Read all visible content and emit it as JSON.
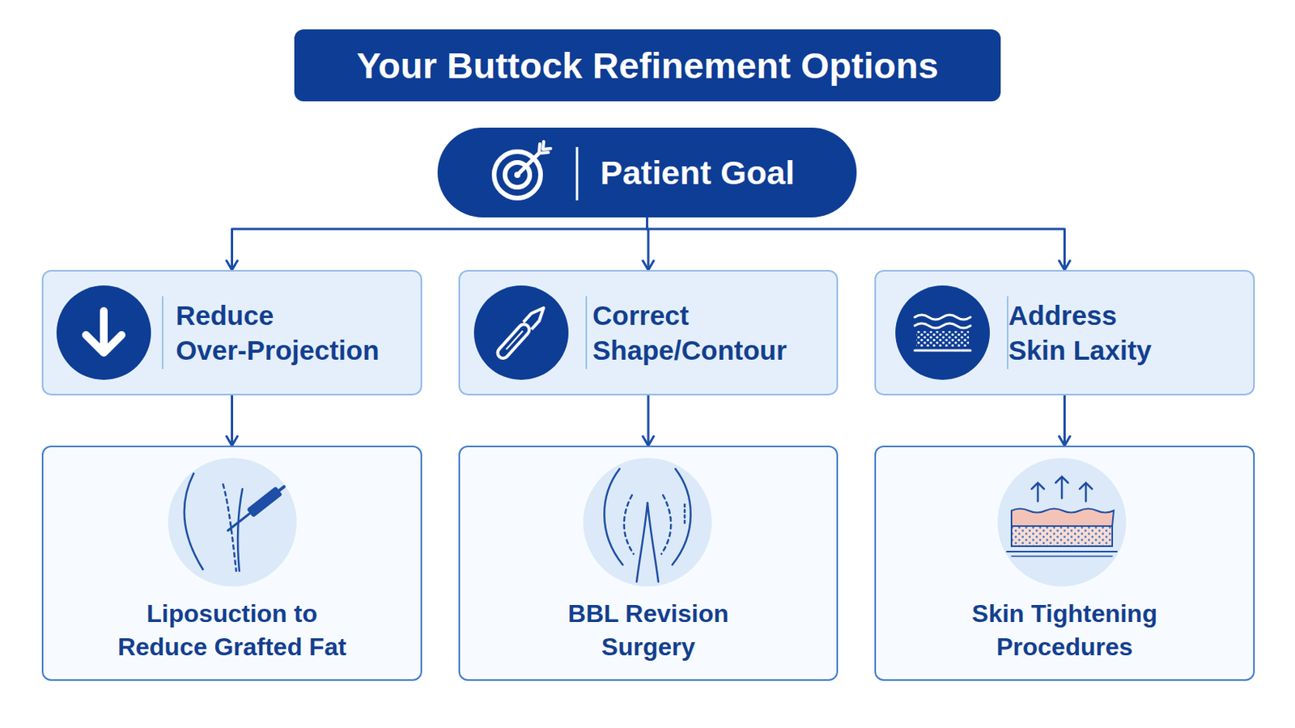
{
  "diagram": {
    "title": "Your Buttock Refinement Options",
    "nodes": [
      {
        "text": [
          "Patient Goal"
        ]
      },
      {
        "text": [
          "Reduce Over-Projection"
        ]
      },
      {
        "text": [
          "Correct Shape/Contour"
        ]
      },
      {
        "text": [
          "Address Skin Laxity"
        ]
      },
      {
        "text": [
          "Liposuction to Reduce Grafted Fat"
        ]
      },
      {
        "text": [
          "BBL Revision Surgery"
        ]
      },
      {
        "text": [
          "Skin Tightening Procedures"
        ]
      }
    ],
    "edges": [
      {
        "from": 0,
        "to": 1,
        "arrow": "to"
      },
      {
        "from": 0,
        "to": 2,
        "arrow": "to"
      },
      {
        "from": 0,
        "to": 3,
        "arrow": "to"
      },
      {
        "from": 1,
        "to": 4,
        "arrow": "to"
      },
      {
        "from": 2,
        "to": 5,
        "arrow": "to"
      },
      {
        "from": 3,
        "to": 6,
        "arrow": "to"
      }
    ]
  }
}
